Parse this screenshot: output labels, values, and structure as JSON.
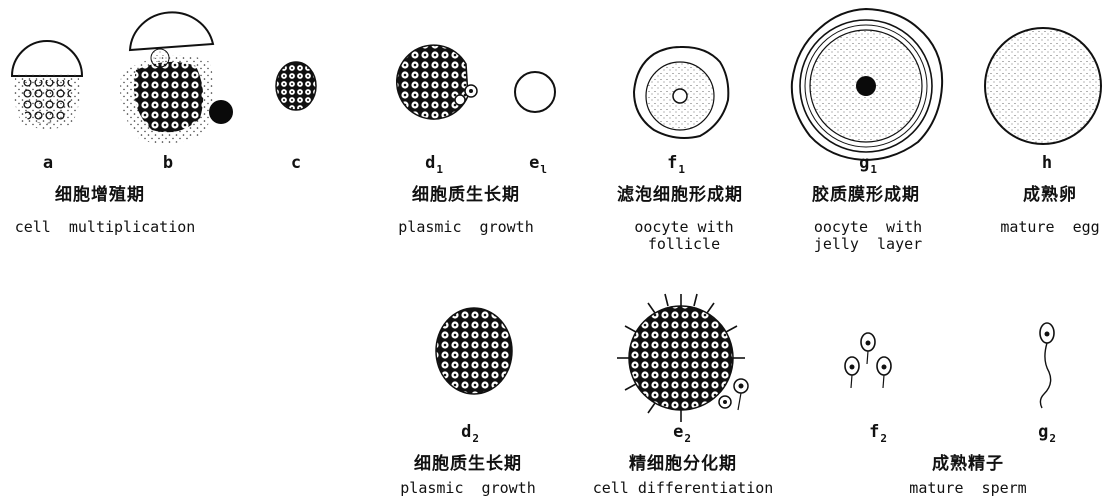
{
  "top_row": {
    "a": {
      "letter": "a"
    },
    "b": {
      "letter": "b"
    },
    "c": {
      "letter": "c"
    },
    "d1": {
      "letter": "d",
      "sub": "1"
    },
    "e1": {
      "letter": "e",
      "sub": "l"
    },
    "f1": {
      "letter": "f",
      "sub": "1"
    },
    "g1": {
      "letter": "g",
      "sub": "1"
    },
    "h": {
      "letter": "h"
    },
    "stage_multiplication": {
      "cn": "细胞增殖期",
      "en": "cell  multiplication"
    },
    "stage_plasmic": {
      "cn": "细胞质生长期",
      "en": "plasmic  growth"
    },
    "stage_follicle": {
      "cn": "滤泡细胞形成期",
      "en1": "oocyte with",
      "en2": "follicle"
    },
    "stage_jelly": {
      "cn": "胶质膜形成期",
      "en1": "oocyte  with",
      "en2": "jelly  layer"
    },
    "stage_egg": {
      "cn": "成熟卵",
      "en": "mature  egg"
    }
  },
  "bottom_row": {
    "d2": {
      "letter": "d",
      "sub": "2"
    },
    "e2": {
      "letter": "e",
      "sub": "2"
    },
    "f2": {
      "letter": "f",
      "sub": "2"
    },
    "g2": {
      "letter": "g",
      "sub": "2"
    },
    "stage_plasmic": {
      "cn": "细胞质生长期",
      "en": "plasmic  growth"
    },
    "stage_differentiation": {
      "cn": "精细胞分化期",
      "en": "cell differentiation"
    },
    "stage_sperm": {
      "cn": "成熟精子",
      "en": "mature  sperm"
    }
  }
}
